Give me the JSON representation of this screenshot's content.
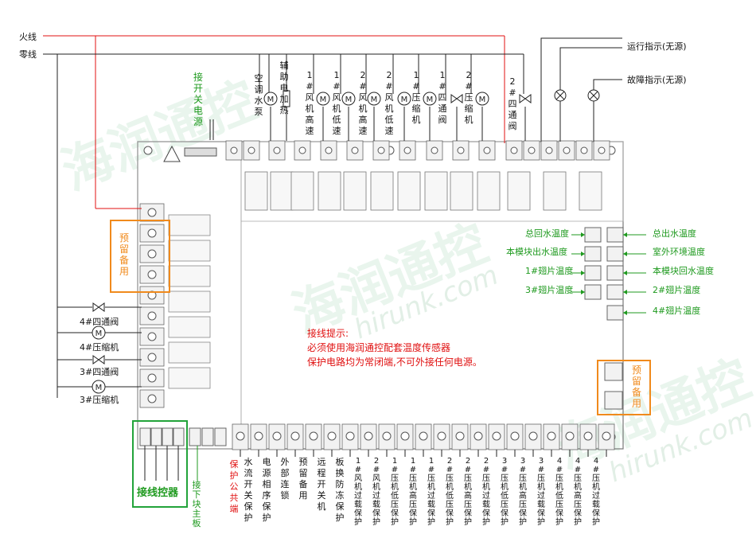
{
  "lines": {
    "live": "火线",
    "neutral": "零线"
  },
  "indicators": {
    "run": "运行指示(无源)",
    "fault": "故障指示(无源)"
  },
  "loads": [
    {
      "label": "空调水泵",
      "symbol": "M"
    },
    {
      "label": "辅助电加热",
      "symbol": "heater"
    },
    {
      "label": "1#风机高速",
      "symbol": "M"
    },
    {
      "label": "1#风机低速",
      "symbol": "M"
    },
    {
      "label": "2#风机高速",
      "symbol": "M"
    },
    {
      "label": "2#风机低速",
      "symbol": "M"
    },
    {
      "label": "1#压缩机",
      "symbol": "M"
    },
    {
      "label": "1#四通阀",
      "symbol": "valve"
    },
    {
      "label": "2#压缩机",
      "symbol": "M"
    },
    {
      "label": "2#四通阀",
      "symbol": "valve"
    }
  ],
  "switch_power": "接开关电源",
  "reserved": "预留备用",
  "left_loads": [
    "4#四通阀",
    "4#压缩机",
    "3#四通阀",
    "3#压缩机"
  ],
  "sensors_left": [
    "总回水温度",
    "本模块出水温度",
    "1#翅片温度",
    "3#翅片温度"
  ],
  "sensors_right": [
    "总出水温度",
    "室外环境温度",
    "本模块回水温度",
    "2#翅片温度",
    "4#翅片温度"
  ],
  "wiring_tip": {
    "title": "接线提示:",
    "line1": "必须使用海润通控配套温度传感器",
    "line2": "保护电路均为常闭端,不可外接任何电源。"
  },
  "controller": "接线控器",
  "lower_board": "接下块主板",
  "protect_common": "保护公共端",
  "protections": [
    "水流开关保护",
    "电源相序保护",
    "外部连锁",
    "预留备用",
    "远程开关机",
    "板换防冻保护",
    "1#风机过载保护",
    "2#风机过载保护",
    "1#压机低压保护",
    "1#压机高压保护",
    "1#压机过载保护",
    "2#压机低压保护",
    "2#压机高压保护",
    "2#压机过载保护",
    "3#压机低压保护",
    "3#压机高压保护",
    "3#压机过载保护",
    "4#压机低压保护",
    "4#压机高压保护",
    "4#压机过载保护"
  ],
  "watermark": {
    "brand": "海润通控",
    "url": "hirunk.com"
  },
  "colors": {
    "live": "#e01010",
    "neutral": "#222222",
    "label_green": "#1f9a1f",
    "reserve_orange": "#f08a1c",
    "board": "#777777"
  }
}
